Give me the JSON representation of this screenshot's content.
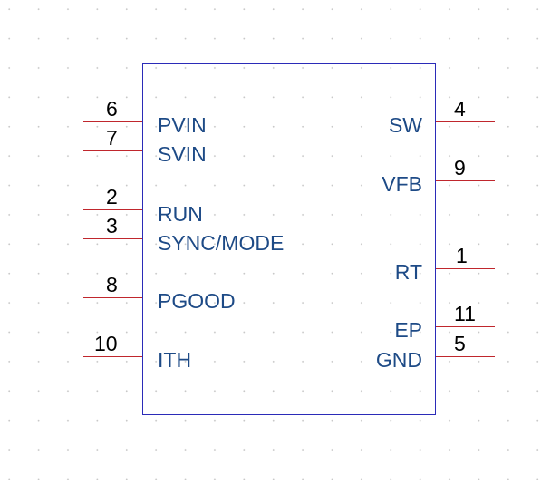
{
  "component": {
    "left_pins": [
      {
        "number": "6",
        "name": "PVIN"
      },
      {
        "number": "7",
        "name": "SVIN"
      },
      {
        "number": "2",
        "name": "RUN"
      },
      {
        "number": "3",
        "name": "SYNC/MODE"
      },
      {
        "number": "8",
        "name": "PGOOD"
      },
      {
        "number": "10",
        "name": "ITH"
      }
    ],
    "right_pins": [
      {
        "number": "4",
        "name": "SW"
      },
      {
        "number": "9",
        "name": "VFB"
      },
      {
        "number": "1",
        "name": "RT"
      },
      {
        "number": "11",
        "name": "EP"
      },
      {
        "number": "5",
        "name": "GND"
      }
    ]
  },
  "colors": {
    "body_outline": "#2b2bb8",
    "pin_line": "#c0272d",
    "pin_name": "#1d4a86",
    "pin_number": "#000000",
    "grid_dot": "#c8c8c8"
  }
}
